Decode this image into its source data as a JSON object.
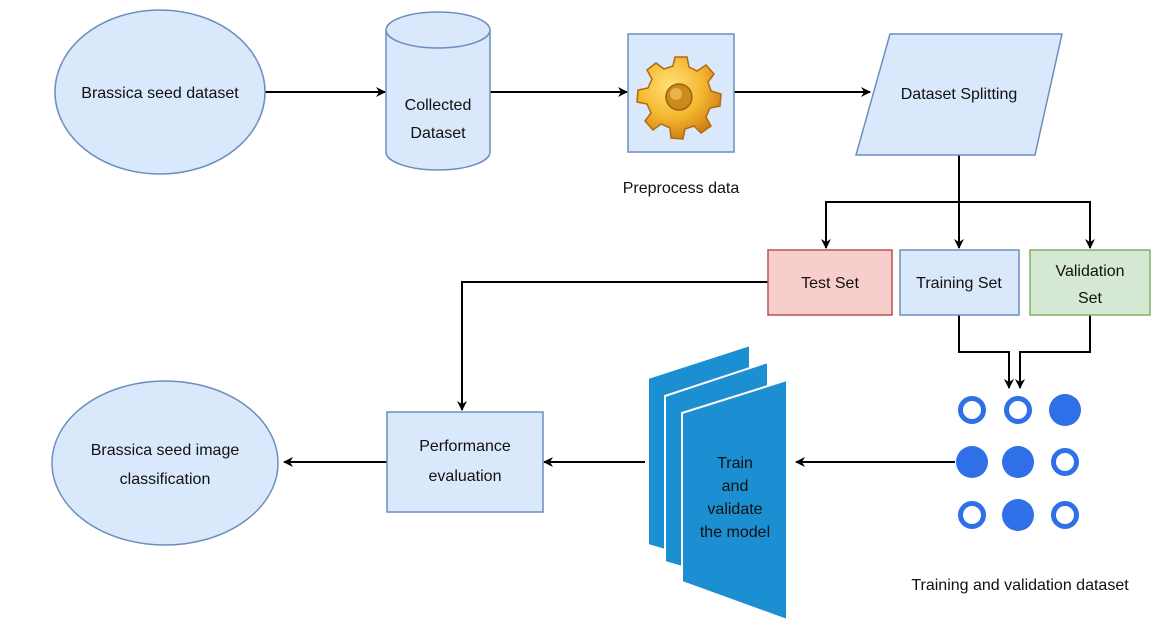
{
  "diagram": {
    "nodes": {
      "brassica_dataset": "Brassica seed dataset",
      "collected_dataset": [
        "Collected",
        "Dataset"
      ],
      "preprocess": "Preprocess data",
      "dataset_splitting": "Dataset Splitting",
      "test_set": "Test Set",
      "training_set": "Training Set",
      "validation_set": [
        "Validation",
        "Set"
      ],
      "train_validate": [
        "Train",
        "and",
        "validate",
        "the model"
      ],
      "training_validation_dataset": "Training and validation dataset",
      "performance_evaluation": [
        "Performance",
        "evaluation"
      ],
      "classification": [
        "Brassica seed image",
        "classification"
      ]
    },
    "edges": [
      {
        "from": "Brassica seed dataset",
        "to": "Collected Dataset"
      },
      {
        "from": "Collected Dataset",
        "to": "Preprocess data"
      },
      {
        "from": "Preprocess data",
        "to": "Dataset Splitting"
      },
      {
        "from": "Dataset Splitting",
        "to": "Test Set"
      },
      {
        "from": "Dataset Splitting",
        "to": "Training Set"
      },
      {
        "from": "Dataset Splitting",
        "to": "Validation Set"
      },
      {
        "from": "Training Set",
        "to": "Training and validation dataset"
      },
      {
        "from": "Validation Set",
        "to": "Training and validation dataset"
      },
      {
        "from": "Training and validation dataset",
        "to": "Train and validate the model"
      },
      {
        "from": "Train and validate the model",
        "to": "Performance evaluation"
      },
      {
        "from": "Test Set",
        "to": "Performance evaluation"
      },
      {
        "from": "Performance evaluation",
        "to": "Brassica seed image classification"
      }
    ],
    "dots_filled": [
      false,
      false,
      true,
      true,
      true,
      false,
      false,
      true,
      false
    ],
    "colors": {
      "node_fill": "#dae8fc",
      "node_stroke": "#6c8ebf",
      "test_fill": "#f8cecc",
      "test_stroke": "#b85450",
      "validation_fill": "#d5e8d4",
      "validation_stroke": "#82b366",
      "model_blue": "#1b8fd2",
      "dot_blue": "#2f6fe8"
    }
  }
}
